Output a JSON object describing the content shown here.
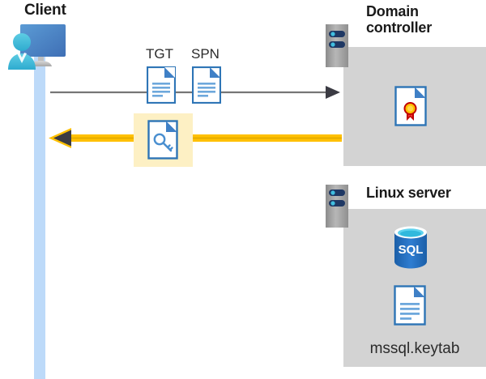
{
  "diagram": {
    "title_client": "Client",
    "title_domain_controller": "Domain controller",
    "title_linux_server": "Linux server",
    "labels": {
      "tgt": "TGT",
      "spn": "SPN",
      "keytab_file": "mssql.keytab",
      "sql_glyph": "SQL"
    },
    "icons": {
      "client": "client-workstation-icon",
      "dc_rack": "server-rack-icon",
      "linux_rack": "server-rack-icon",
      "tgt_doc": "document-icon",
      "spn_doc": "document-icon",
      "key_doc": "key-document-icon",
      "certificate": "certificate-document-icon",
      "sql_db": "sql-database-icon",
      "keytab_doc": "document-icon"
    },
    "arrows": [
      {
        "name": "request-arrow",
        "direction": "right",
        "style": "thin-gray"
      },
      {
        "name": "response-arrow",
        "direction": "left",
        "style": "thick-gold"
      }
    ],
    "colors": {
      "panel_gray": "#d3d3d3",
      "lifeline_blue": "#bddaf9",
      "highlight_yellow": "#fdf0c4",
      "arrow_gold": "#ffc000",
      "arrow_gray": "#767676",
      "doc_blue": "#2e75b6",
      "accent_navy": "#1f3864",
      "person_cyan": "#41bfe0"
    }
  }
}
